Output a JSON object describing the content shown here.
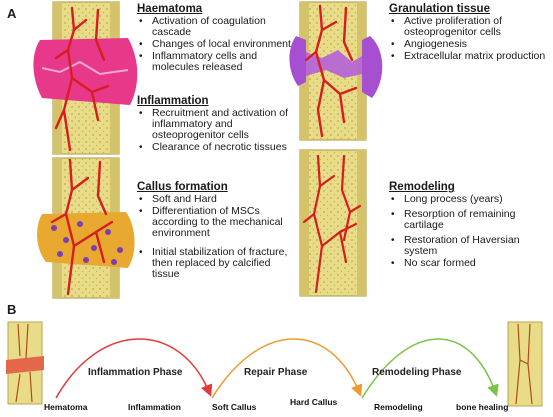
{
  "panel_a_label": "A",
  "panel_b_label": "B",
  "blocks": {
    "haematoma": {
      "title": "Haematoma",
      "items": [
        "Activation of coagulation cascade",
        "Changes of local environment",
        "Inflammatory cells and molecules released"
      ]
    },
    "inflammation": {
      "title": "Inflammation",
      "items": [
        "Recruitment and activation of inflammatory and osteoprogenitor cells",
        "Clearance of necrotic tissues"
      ]
    },
    "callus": {
      "title": "Callus formation",
      "items": [
        "Soft and Hard",
        "Differentiation of MSCs according to the mechanical environment",
        "Initial stabilization of fracture, then replaced by calcified tissue"
      ]
    },
    "granulation": {
      "title": "Granulation tissue",
      "items": [
        "Active proliferation of osteoprogenitor cells",
        "Angiogenesis",
        "Extracellular matrix production"
      ]
    },
    "remodeling": {
      "title": "Remodeling",
      "items": [
        "Long process (years)",
        "Resorption of remaining cartilage",
        "Restoration of Haversian system",
        "No scar formed"
      ]
    }
  },
  "phases": {
    "inflammation": "Inflammation Phase",
    "repair": "Repair Phase",
    "remodeling": "Remodeling Phase"
  },
  "stages": {
    "hematoma": "Hematoma",
    "inflammation": "Inflammation",
    "soft_callus": "Soft Callus",
    "hard_callus": "Hard Callus",
    "remodeling": "Remodeling",
    "bone_healing": "bone healing"
  },
  "colors": {
    "bone": "#e9dc88",
    "bone_dark": "#c9b85a",
    "haematoma": "#e8388a",
    "granulation": "#a64fd0",
    "vessel": "#d71e1e",
    "arc_red": "#e53935",
    "arc_orange": "#ef9a2e",
    "arc_green": "#7cc34a"
  }
}
